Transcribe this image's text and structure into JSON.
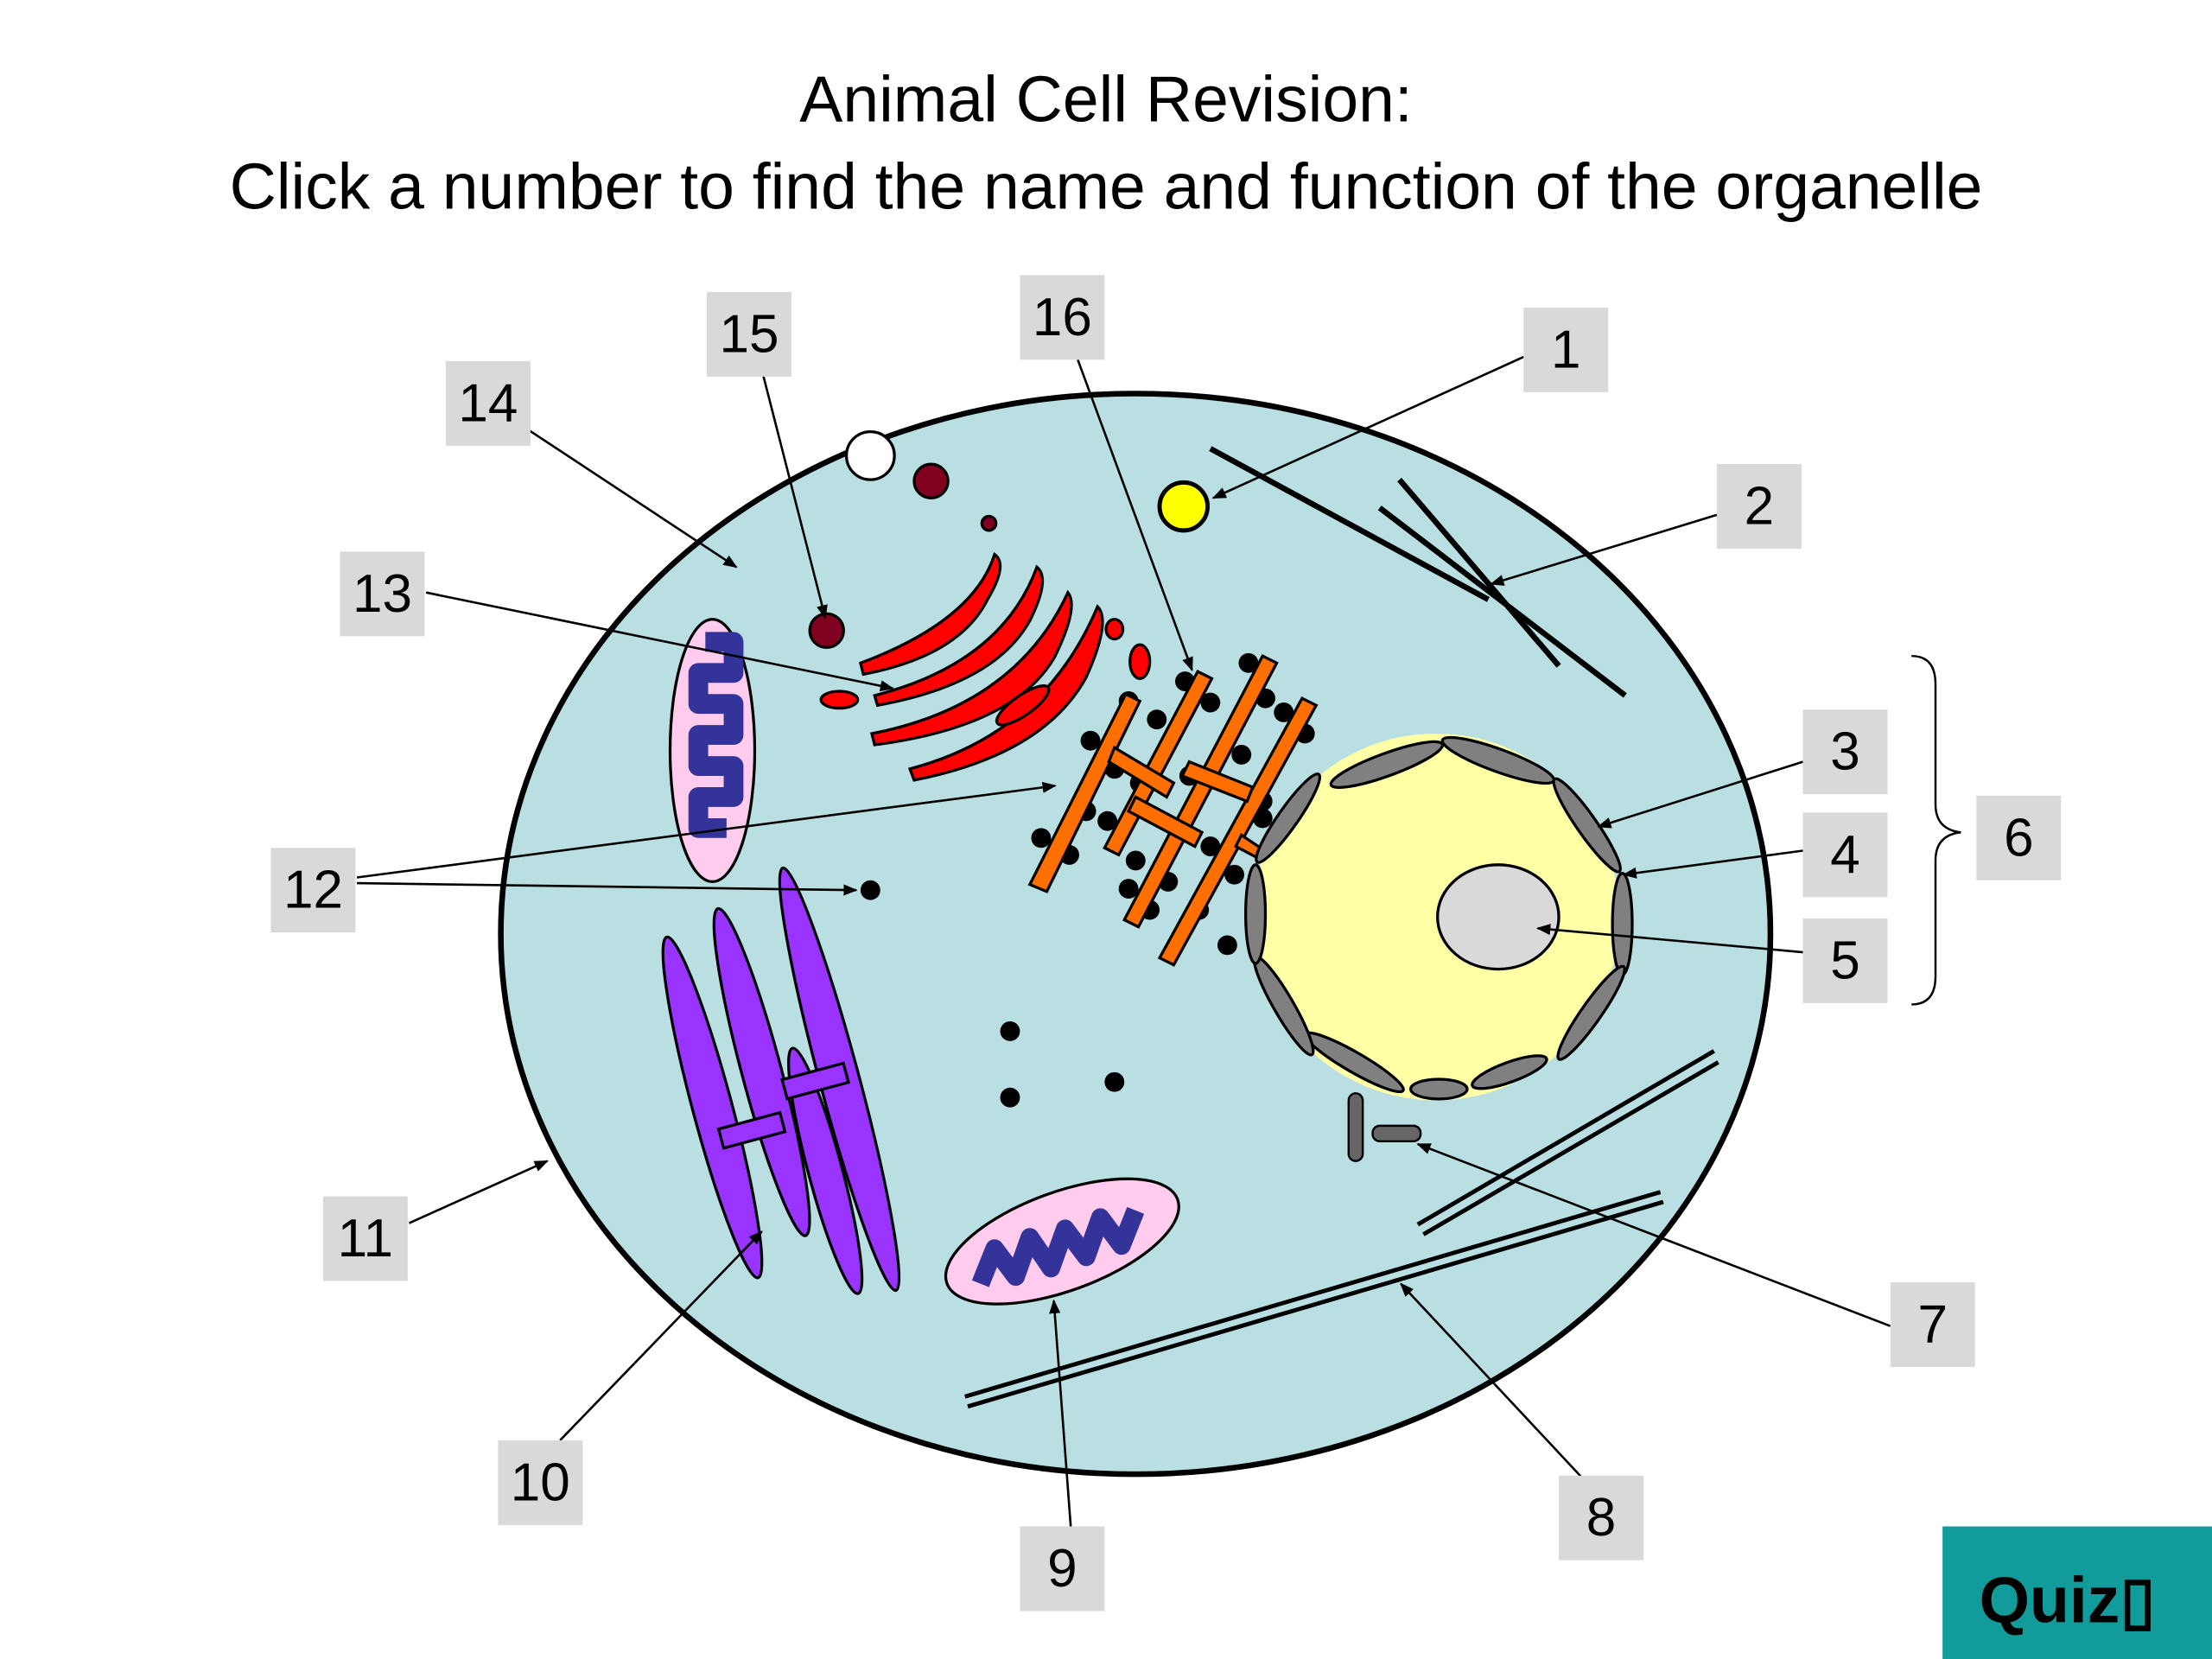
{
  "title": {
    "line1": "Animal Cell Revision:",
    "line2": "Click a number to find the name and function of the organelle"
  },
  "labels": [
    "1",
    "2",
    "3",
    "4",
    "5",
    "6",
    "7",
    "8",
    "9",
    "10",
    "11",
    "12",
    "13",
    "14",
    "15",
    "16"
  ],
  "quiz_button": {
    "label": "Quiz▯"
  },
  "colors": {
    "cytoplasm": "#b9dfe3",
    "nucleus": "#ffffa6",
    "nucleolus": "#d9d9d9",
    "golgi": "#ff0000",
    "er": "#ff6f00",
    "mitochondria_outer": "#ffccee",
    "mitochondria_inner": "#333399",
    "centriole_like": "#9933ff",
    "lysosome": "#800020",
    "vesicle": "#ffff00",
    "label_box": "#d9d9d9",
    "quiz": "#119b9b"
  }
}
